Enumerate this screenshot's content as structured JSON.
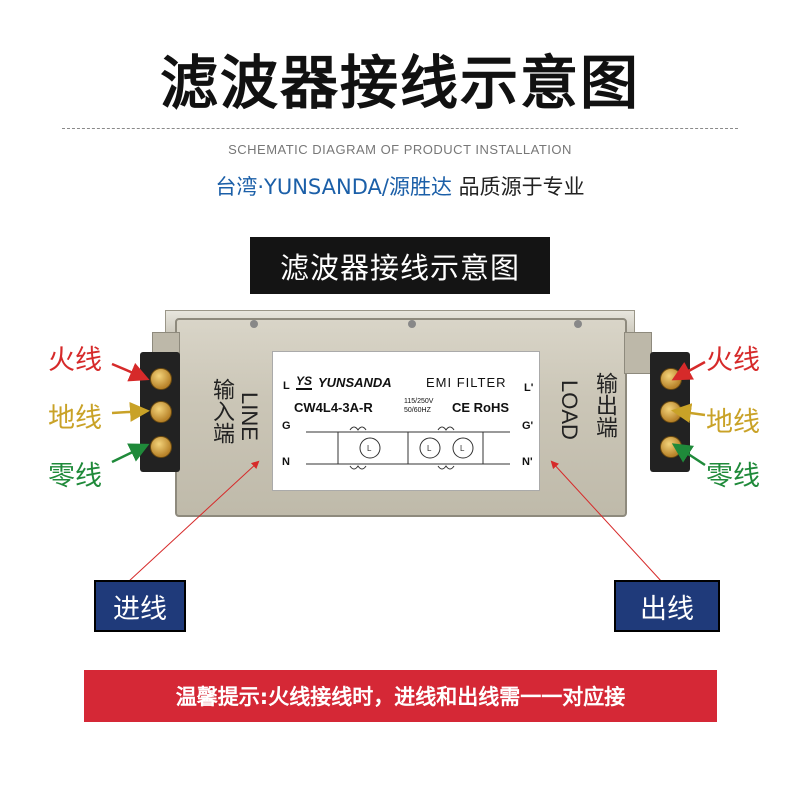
{
  "header": {
    "title": "滤波器接线示意图",
    "subtitle_en": "SCHEMATIC DIAGRAM OF PRODUCT INSTALLATION",
    "slogan_brand": "台湾·YUNSANDA/源胜达",
    "slogan_rest": " 品质源于专业"
  },
  "banner": {
    "label": "滤波器接线示意图"
  },
  "left_wires": {
    "live": "火线",
    "earth": "地线",
    "neutral": "零线"
  },
  "right_wires": {
    "live": "火线",
    "earth": "地线",
    "neutral": "零线"
  },
  "device": {
    "line_en": "LINE",
    "line_cn": "输入端",
    "load_en": "LOAD",
    "load_cn": "输出端",
    "brand": "YUNSANDA",
    "brand_mark": "YS",
    "product": "EMI  FILTER",
    "model": "CW4L4-3A-R",
    "rating_1": "115/250V",
    "rating_2": "50/60HZ",
    "cert": "CE RoHS",
    "pins_left": [
      "L",
      "G",
      "N"
    ],
    "pins_right": [
      "L'",
      "G'",
      "N'"
    ]
  },
  "callouts": {
    "in": "进线",
    "out": "出线"
  },
  "notice": "温馨提示:火线接线时，进线和出线需一一对应接",
  "colors": {
    "live": "#d62a2a",
    "earth": "#c9a227",
    "neutral": "#1f8a3a",
    "callout_bg": "#1f3a7a",
    "notice_bg": "#d52836"
  }
}
